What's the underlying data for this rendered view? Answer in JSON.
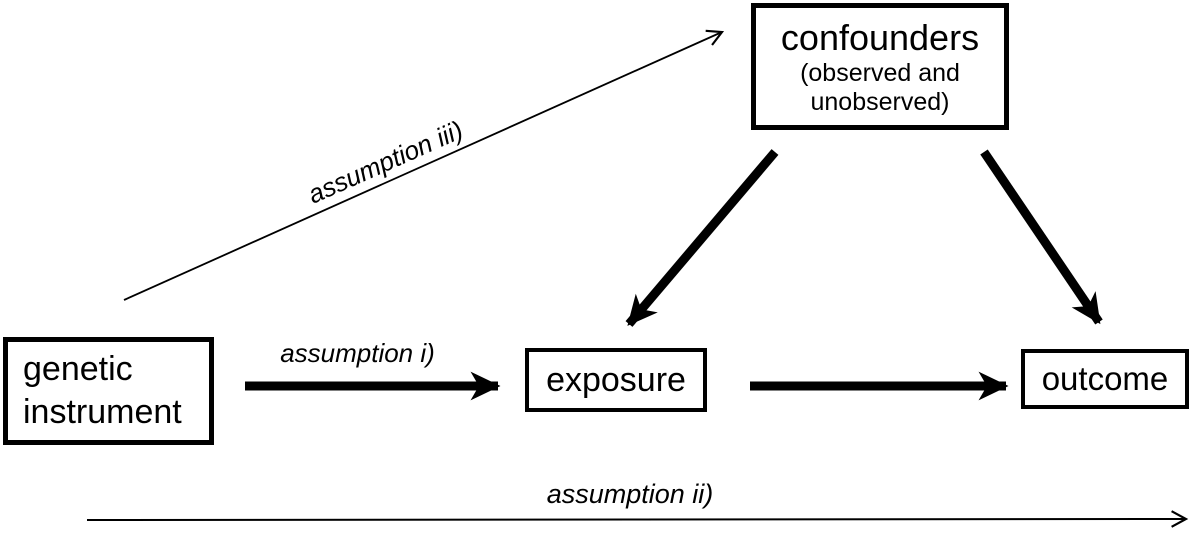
{
  "figure": {
    "colors": {
      "ink": "#000000",
      "background": "#ffffff"
    },
    "nodes": {
      "genetic_instrument": {
        "label": "genetic instrument"
      },
      "exposure": {
        "label": "exposure"
      },
      "outcome": {
        "label": "outcome"
      },
      "confounders": {
        "title": "confounders",
        "subtitle": "(observed and unobserved)"
      }
    },
    "edge_labels": {
      "assumption_i": "assumption i)",
      "assumption_ii": "assumption ii)",
      "assumption_iii": "assumption iii)"
    }
  }
}
